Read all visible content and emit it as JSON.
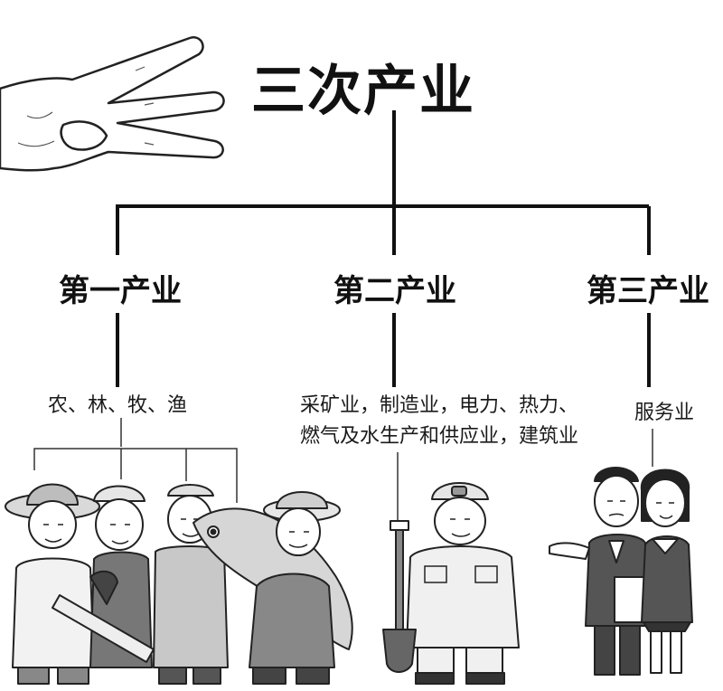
{
  "title": "三次产业",
  "categories": [
    {
      "label": "第一产业",
      "examples": "农、林、牧、渔"
    },
    {
      "label": "第二产业",
      "examples_line1": "采矿业，制造业，电力、热力、",
      "examples_line2": "燃气及水生产和供应业，建筑业"
    },
    {
      "label": "第三产业",
      "examples": "服务业"
    }
  ],
  "illustrations": {
    "hand": "three-fingers-hand-icon",
    "primary_workers": "farmer-forester-herder-fisher-illustration",
    "secondary_worker": "miner-with-shovel-illustration",
    "tertiary_workers": "service-staff-illustration"
  }
}
